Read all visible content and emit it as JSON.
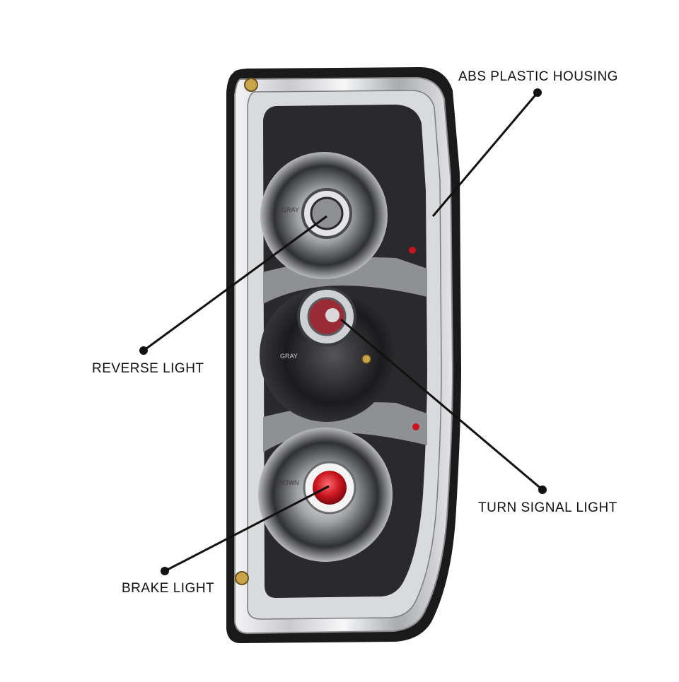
{
  "callouts": {
    "housing": "ABS PLASTIC HOUSING",
    "reverse": "REVERSE LIGHT",
    "turn": "TURN SIGNAL LIGHT",
    "brake": "BRAKE LIGHT"
  },
  "lamp_markings": {
    "upper_bulb_tag": "GRAY",
    "middle_bulb_tag": "GRAY",
    "lower_bulb_tag": "BROWN"
  },
  "colors": {
    "line": "#111111",
    "housing_edge": "#1a1a1a",
    "chrome_light": "#e8e8ea",
    "chrome_mid": "#9a9ca0",
    "chrome_dark": "#2a2a2c",
    "bulb_red": "#c8141e"
  }
}
